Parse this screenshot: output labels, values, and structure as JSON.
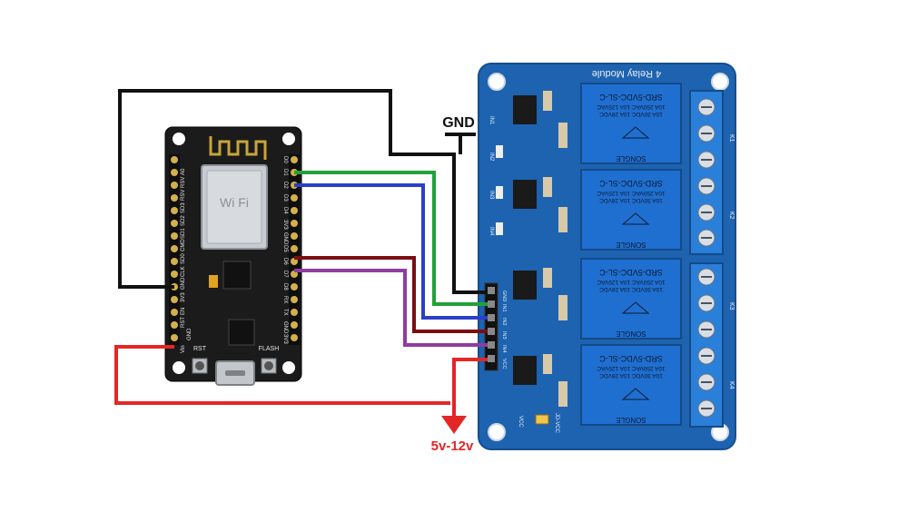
{
  "labels": {
    "gnd": "GND",
    "supply": "5v-12v",
    "relay_module_title": "4 Relay Module",
    "nodemcu_left_pins": [
      "Vin",
      "GND",
      "RST",
      "EN",
      "3V3",
      "GND",
      "CLK",
      "SD0",
      "CMD",
      "SD1",
      "SD2",
      "SD3",
      "RSV",
      "RSV",
      "A0"
    ],
    "nodemcu_right_pins": [
      "D0",
      "D1",
      "D2",
      "D3",
      "D4",
      "3V3",
      "GND",
      "D5",
      "D6",
      "D7",
      "D8",
      "RX",
      "TX",
      "GND",
      "3V3"
    ],
    "nodemcu_buttons": [
      "RST",
      "FLASH"
    ],
    "relay_inputs": [
      "IN1",
      "IN2",
      "IN3",
      "IN4"
    ],
    "relay_header_pins": [
      "GND",
      "IN1",
      "IN2",
      "IN3",
      "IN4",
      "VCC"
    ],
    "relay_part_number": "SRD-5VDC-SL-C",
    "relay_rating_1": "10A 250VAC  10A 125VAC",
    "relay_rating_2": "10A 30VDC  10A 28VDC",
    "relay_brand": "SONGLE",
    "relay_terminal_labels": [
      "K1",
      "K2",
      "K3",
      "K4"
    ],
    "jumper_label": "JD-VCC",
    "vcc_label": "VCC"
  },
  "colors": {
    "wire_gnd": "#111111",
    "wire_in1": "#22a13a",
    "wire_in2": "#2b3fc8",
    "wire_in3": "#7a0e14",
    "wire_in4": "#8e3d9e",
    "wire_power": "#e32626",
    "board_pcb": "#1b1b1b",
    "relay_pcb": "#1e63b0",
    "relay_body": "#1f6fd0",
    "terminal_block": "#2a7fd8"
  }
}
